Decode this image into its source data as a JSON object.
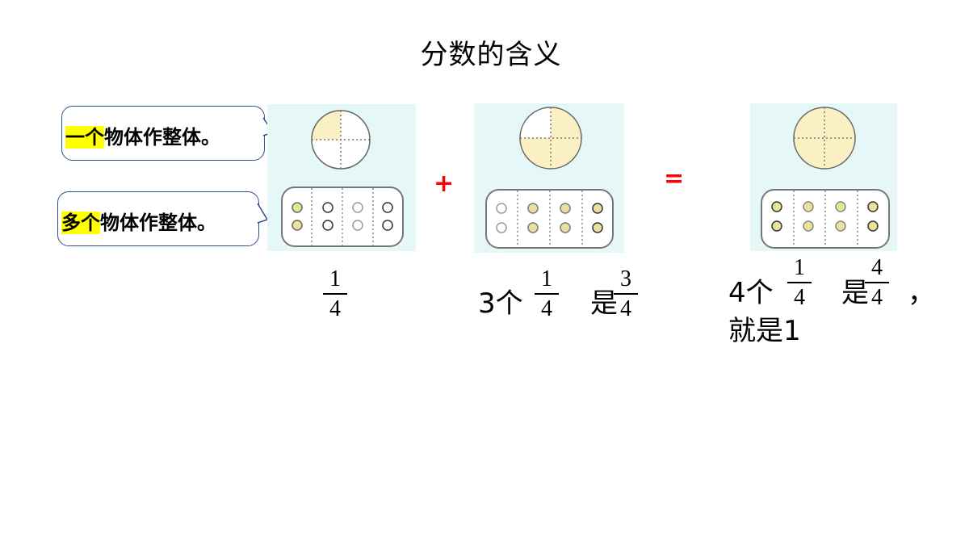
{
  "title": "分数的含义",
  "bubbles": [
    {
      "highlight": "一个",
      "rest": "物体作整体。"
    },
    {
      "highlight": "多个",
      "rest": "物体作整体。"
    }
  ],
  "operators": {
    "plus": "+",
    "equals": "="
  },
  "colors": {
    "panel_bg": "#e6f7f7",
    "fill_yellow": "#fbf0c4",
    "bubble_border": "#2f528f",
    "highlight": "#ffff00",
    "operator": "#ff0000"
  },
  "panels": [
    {
      "circle_shaded_quarters": 1,
      "dots_filled_columns": 1
    },
    {
      "circle_shaded_quarters": 3,
      "dots_filled_columns": 3
    },
    {
      "circle_shaded_quarters": 4,
      "dots_filled_columns": 4
    }
  ],
  "captions": {
    "first": {
      "numerator": "1",
      "denominator": "4"
    },
    "second": {
      "prefix": "3个",
      "unit": {
        "numerator": "1",
        "denominator": "4"
      },
      "verb": "是",
      "result": {
        "numerator": "3",
        "denominator": "4"
      }
    },
    "third": {
      "prefix": "4个",
      "unit": {
        "numerator": "1",
        "denominator": "4"
      },
      "verb": "是",
      "result": {
        "numerator": "4",
        "denominator": "4"
      },
      "comma": "，",
      "line2": "就是1"
    }
  }
}
